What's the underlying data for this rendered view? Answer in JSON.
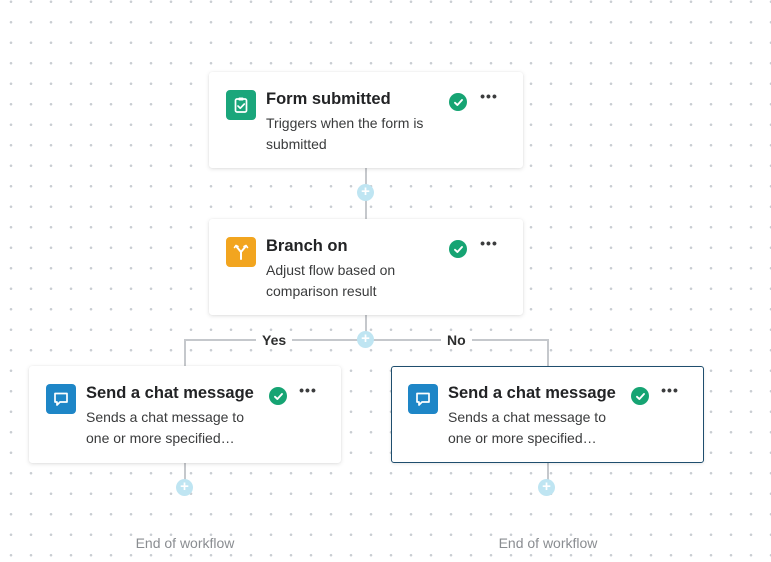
{
  "nodes": {
    "form_submitted": {
      "title": "Form submitted",
      "description": "Triggers when the form is submitted",
      "icon": "clipboard-check-icon",
      "status": "complete",
      "menu": "•••"
    },
    "branch_on": {
      "title": "Branch on",
      "description": "Adjust flow based on comparison result",
      "icon": "branch-icon",
      "status": "complete",
      "menu": "•••"
    },
    "chat_yes": {
      "title": "Send a chat message",
      "description": "Sends a chat message to one or more specified…",
      "icon": "chat-message-icon",
      "status": "complete",
      "menu": "•••"
    },
    "chat_no": {
      "title": "Send a chat message",
      "description": "Sends a chat message to one or more specified…",
      "icon": "chat-message-icon",
      "status": "complete",
      "menu": "•••"
    }
  },
  "branches": {
    "yes": "Yes",
    "no": "No"
  },
  "add_step": "+",
  "end_label": "End of workflow",
  "colors": {
    "trigger_icon_bg": "#1aa67b",
    "branch_icon_bg": "#f2a51f",
    "chat_icon_bg": "#1e86c7",
    "check_green": "#16a473",
    "connector": "#c5c8cc",
    "add_button": "#bfe5f2",
    "selected_border": "#1f4e6e"
  }
}
